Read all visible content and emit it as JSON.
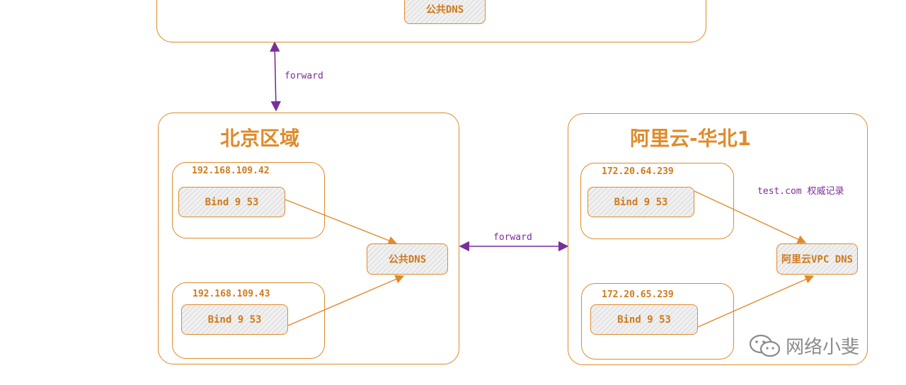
{
  "top_region": {
    "node_label": "公共DNS"
  },
  "beijing": {
    "title": "北京区域",
    "host1": {
      "ip": "192.168.109.42",
      "service": "Bind 9 53"
    },
    "host2": {
      "ip": "192.168.109.43",
      "service": "Bind 9 53"
    },
    "dns_label": "公共DNS"
  },
  "aliyun": {
    "title": "阿里云-华北1",
    "host1": {
      "ip": "172.20.64.239",
      "service": "Bind 9 53"
    },
    "host2": {
      "ip": "172.20.65.239",
      "service": "Bind 9 53"
    },
    "dns_label": "阿里云VPC DNS",
    "note": "test.com 权威记录"
  },
  "links": {
    "forward_vertical": "forward",
    "forward_horizontal": "forward"
  },
  "watermark": {
    "text": "网络小斐",
    "icon": "wechat-icon"
  },
  "colors": {
    "orange": "#e08a2a",
    "purple": "#7b2d9c"
  }
}
